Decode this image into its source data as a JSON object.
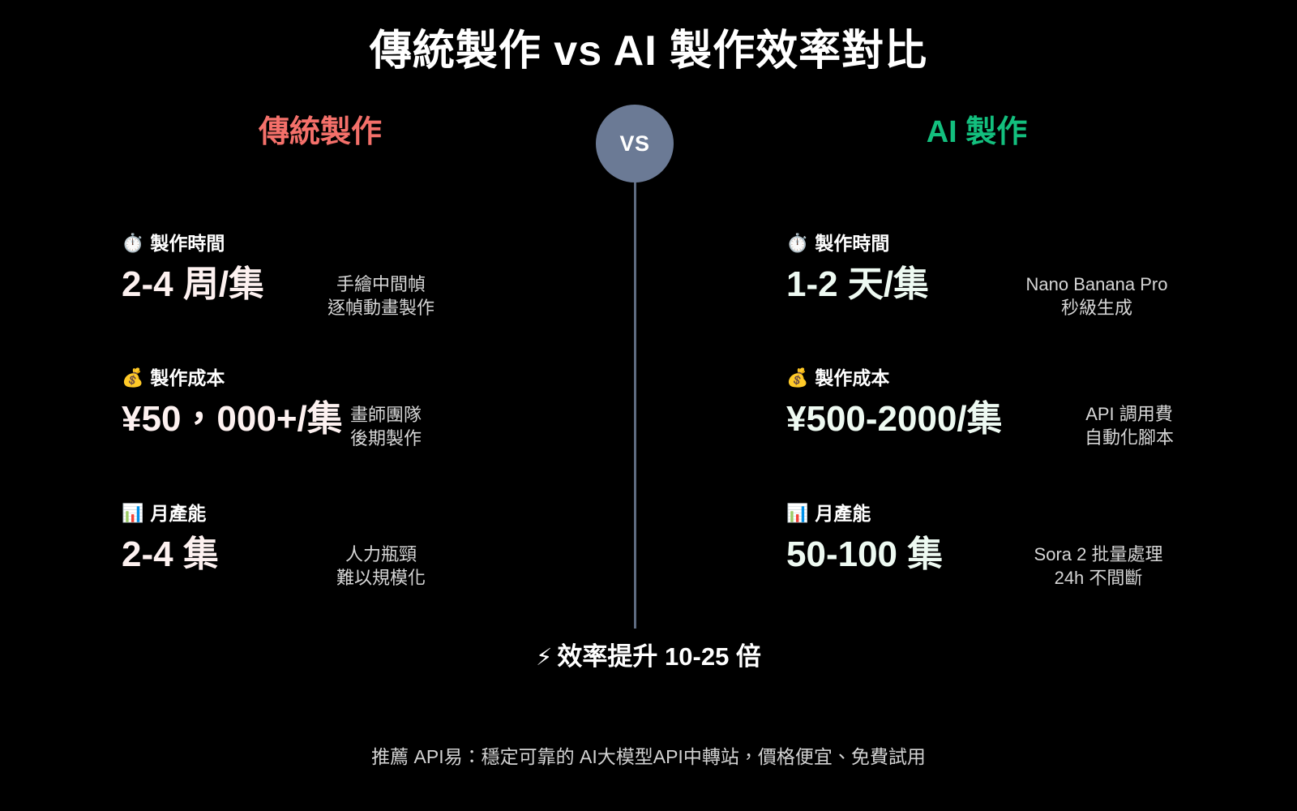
{
  "title": "傳統製作 vs AI 製作效率對比",
  "center": {
    "badge_label": "VS"
  },
  "columns": {
    "left": {
      "header": "傳統製作",
      "accent_color": "#f4706a",
      "value_color": "#fdf1f0",
      "metrics": [
        {
          "icon": "stopwatch-icon",
          "emoji": "⏱️",
          "label": "製作時間",
          "value": "2-4 周/集",
          "notes": [
            "手繪中間幀",
            "逐幀動畫製作"
          ]
        },
        {
          "icon": "money-bag-icon",
          "emoji": "💰",
          "label": "製作成本",
          "value": "¥50，000+/集",
          "notes": [
            "畫師團隊",
            "後期製作"
          ]
        },
        {
          "icon": "bar-chart-icon",
          "emoji": "📊",
          "label": "月產能",
          "value": "2-4 集",
          "notes": [
            "人力瓶頸",
            "難以規模化"
          ]
        }
      ]
    },
    "right": {
      "header": "AI 製作",
      "accent_color": "#13bf7e",
      "value_color": "#eefaf2",
      "metrics": [
        {
          "icon": "stopwatch-icon",
          "emoji": "⏱️",
          "label": "製作時間",
          "value": "1-2 天/集",
          "notes": [
            "Nano Banana Pro",
            "秒級生成"
          ]
        },
        {
          "icon": "money-bag-icon",
          "emoji": "💰",
          "label": "製作成本",
          "value": "¥500-2000/集",
          "notes": [
            "API 調用費",
            "自動化腳本"
          ]
        },
        {
          "icon": "bar-chart-icon",
          "emoji": "📊",
          "label": "月產能",
          "value": "50-100 集",
          "notes": [
            "Sora 2 批量處理",
            "24h 不間斷"
          ]
        }
      ]
    }
  },
  "highlight": {
    "emoji": "⚡",
    "text": "效率提升 10-25 倍"
  },
  "footer": {
    "text": "推薦 API易：穩定可靠的 AI大模型API中轉站，價格便宜、免費試用"
  }
}
